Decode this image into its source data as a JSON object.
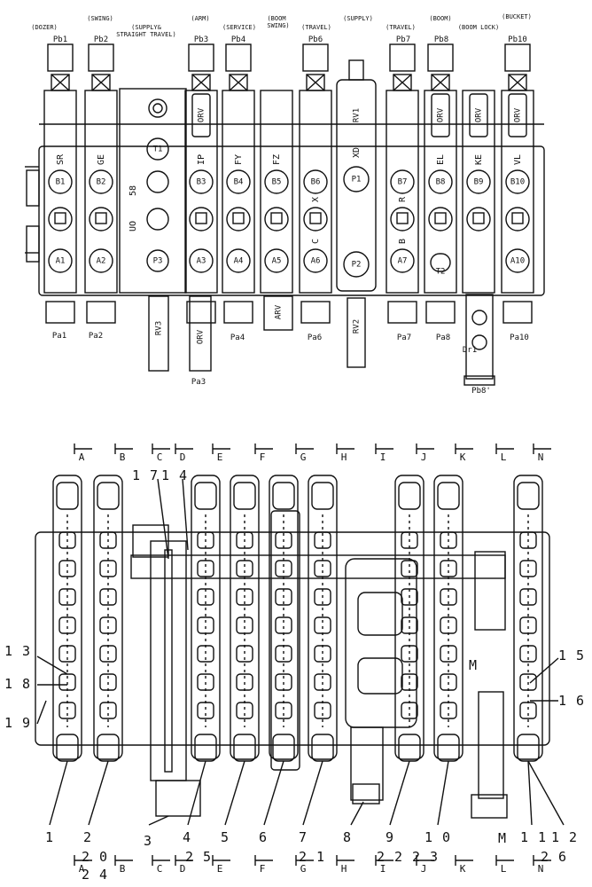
{
  "top_view": {
    "section_labels": [
      "(DOZER)",
      "(SWING)",
      "(SUPPLY&",
      "STRAIGHT TRAVEL)",
      "(ARM)",
      "(SERVICE)",
      "(BOOM",
      "SWING)",
      "(TRAVEL)",
      "(SUPPLY)",
      "(TRAVEL)",
      "(BOOM)",
      "(BOOM LOCK)",
      "(BUCKET)"
    ],
    "pilot_b_ports": [
      "Pb1",
      "Pb2",
      "Pb3",
      "Pb4",
      "Pb6",
      "Pb7",
      "Pb8",
      "Pb10"
    ],
    "pilot_a_ports": [
      "Pa1",
      "Pa2",
      "Pa3",
      "Pa4",
      "Pa6",
      "Pa7",
      "Pa8",
      "Pa10"
    ],
    "extra_ports": [
      "Dr1",
      "Pb8'"
    ],
    "spool_tags": [
      "SR",
      "GE",
      "T1",
      "IP",
      "FY",
      "FZ",
      "XD",
      "EL",
      "KE",
      "VL"
    ],
    "body_tags": [
      "UO",
      "58",
      "X",
      "C",
      "R",
      "B"
    ],
    "relief_valves": [
      "ORV",
      "RV1",
      "RV2",
      "RV3",
      "ARV"
    ],
    "b_ports": [
      "B1",
      "B2",
      "B3",
      "B4",
      "B5",
      "B6",
      "B7",
      "B8",
      "B9",
      "B10"
    ],
    "a_ports": [
      "A1",
      "A2",
      "A3",
      "A4",
      "A5",
      "A6",
      "A7",
      "A10"
    ],
    "pump_ports": [
      "P1",
      "P2",
      "P3",
      "T2"
    ]
  },
  "section_view": {
    "section_marks": [
      "A",
      "B",
      "C",
      "D",
      "E",
      "F",
      "G",
      "H",
      "I",
      "J",
      "K",
      "L",
      "N"
    ],
    "bottom_section_marks": [
      "A",
      "B",
      "C",
      "D",
      "E",
      "F",
      "G",
      "H",
      "I",
      "J",
      "K",
      "L",
      "N"
    ],
    "part_numbers_top": [
      "1 7",
      "1 4"
    ],
    "part_numbers_left": [
      "1 3",
      "1 8",
      "1 9"
    ],
    "part_numbers_right": [
      "1 5",
      "1 6",
      "M",
      "M"
    ],
    "part_numbers_bottom": [
      "1",
      "2",
      "3",
      "4",
      "5",
      "6",
      "7",
      "8",
      "9",
      "1 0",
      "1 1",
      "1 2"
    ],
    "part_numbers_footer": [
      "2 0",
      "2 4",
      "2 5",
      "2 1",
      "2 2",
      "2 3",
      "2 6"
    ]
  }
}
